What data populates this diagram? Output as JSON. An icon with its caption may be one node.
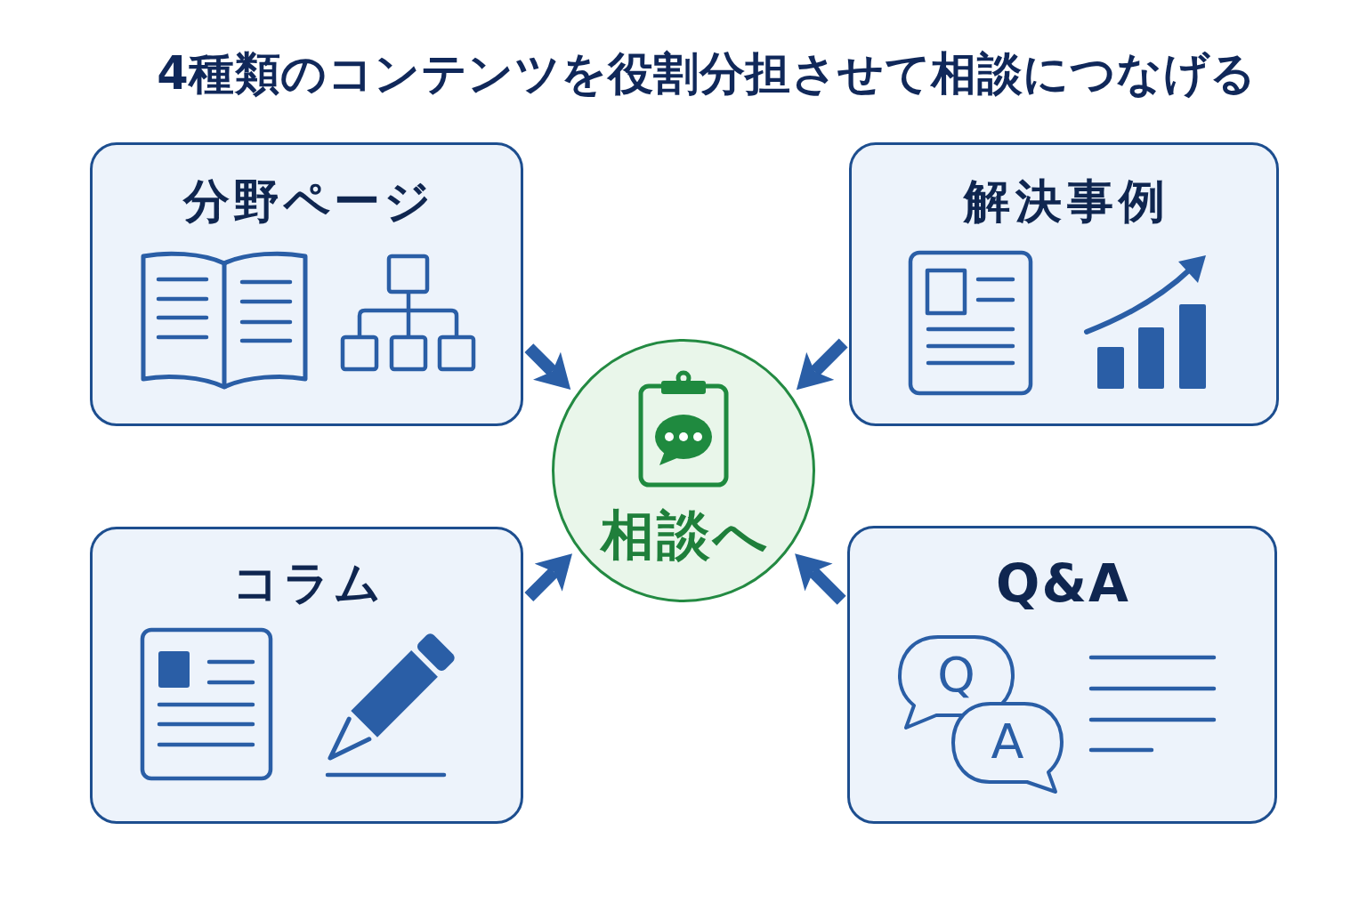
{
  "diagram": {
    "title": "4種類のコンテンツを役割分担させて相談につなげる",
    "nodes": [
      {
        "text": [
          "分野ページ"
        ]
      },
      {
        "text": [
          "解決事例"
        ]
      },
      {
        "text": [
          "相談へ"
        ]
      },
      {
        "text": [
          "コラム"
        ]
      },
      {
        "text": [
          "Q&A"
        ]
      },
      {
        "text": [
          "Q"
        ],
        "in": 4
      },
      {
        "text": [
          "A"
        ],
        "in": 4
      }
    ],
    "edges": [
      {
        "from": 0,
        "to": 2,
        "arrow": "to"
      },
      {
        "from": 1,
        "to": 2,
        "arrow": "to"
      },
      {
        "from": 3,
        "to": 2,
        "arrow": "to"
      },
      {
        "from": 4,
        "to": 2,
        "arrow": "to"
      }
    ]
  }
}
